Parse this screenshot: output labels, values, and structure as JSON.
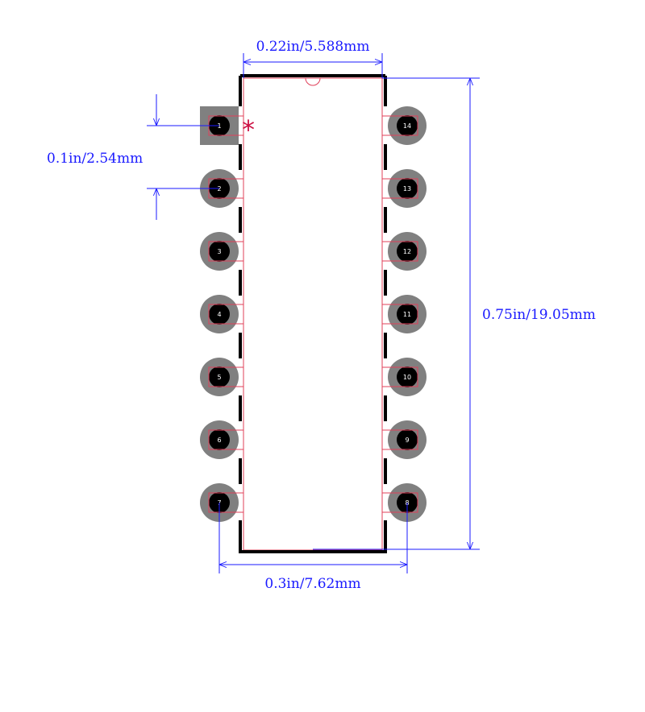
{
  "dimensions": {
    "body_width": "0.22in/5.588mm",
    "pitch": "0.1in/2.54mm",
    "row_spacing": "0.3in/7.62mm",
    "body_length": "0.75in/19.05mm"
  },
  "pins": {
    "left": [
      "1",
      "2",
      "3",
      "4",
      "5",
      "6",
      "7"
    ],
    "right": [
      "14",
      "13",
      "12",
      "11",
      "10",
      "9",
      "8"
    ]
  },
  "pin1_marker": "*",
  "colors": {
    "dimension": "#1a1aff",
    "outline": "#000000",
    "courtyard": "#e0405a",
    "pad": "#808080",
    "drill": "#000000",
    "pin1_marker": "#cc1144"
  }
}
